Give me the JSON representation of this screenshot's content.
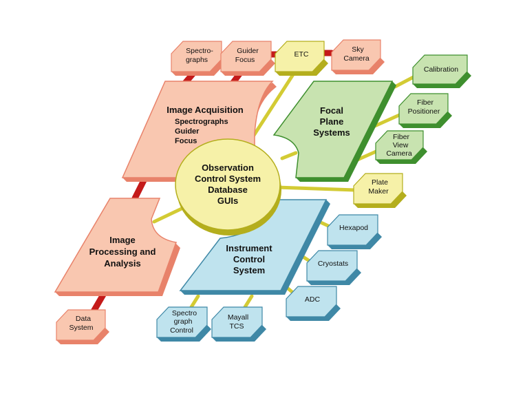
{
  "colors": {
    "salmon": "#f9c7b0",
    "salmon_edge": "#e8826a",
    "green": "#c8e3b0",
    "green_edge": "#3e8f2e",
    "blue": "#bfe3ee",
    "blue_edge": "#3f88a6",
    "yellow": "#f6f1a8",
    "yellow_edge": "#b4ae1d",
    "red_link": "#c41a1a",
    "yellow_link": "#d3cb34"
  },
  "hub": {
    "lines": [
      "Observation",
      "Control System",
      "Database",
      "GUIs"
    ]
  },
  "image_acquisition": {
    "title": "Image Acquisition",
    "items": [
      "Spectrographs",
      "Guider",
      "Focus"
    ]
  },
  "image_processing": {
    "lines": [
      "Image",
      "Processing and",
      "Analysis"
    ]
  },
  "focal_plane": {
    "lines": [
      "Focal",
      "Plane",
      "Systems"
    ]
  },
  "instrument_control": {
    "lines": [
      "Instrument",
      "Control",
      "System"
    ]
  },
  "top_boxes": {
    "spectrographs": [
      "Spectro-",
      "graphs"
    ],
    "guider_focus": [
      "Guider",
      "Focus"
    ],
    "etc": [
      "ETC"
    ],
    "sky_camera": [
      "Sky",
      "Camera"
    ]
  },
  "focal_boxes": {
    "calibration": [
      "Calibration"
    ],
    "fiber_positioner": [
      "Fiber",
      "Positioner"
    ],
    "fiber_view_camera": [
      "Fiber",
      "View",
      "Camera"
    ],
    "plate_maker": [
      "Plate",
      "Maker"
    ]
  },
  "instrument_boxes": {
    "hexapod": [
      "Hexapod"
    ],
    "cryostats": [
      "Cryostats"
    ],
    "adc": [
      "ADC"
    ],
    "spectrograph_control": [
      "Spectro",
      "graph",
      "Control"
    ],
    "mayall_tcs": [
      "Mayall",
      "TCS"
    ]
  },
  "data_system": [
    "Data",
    "System"
  ]
}
